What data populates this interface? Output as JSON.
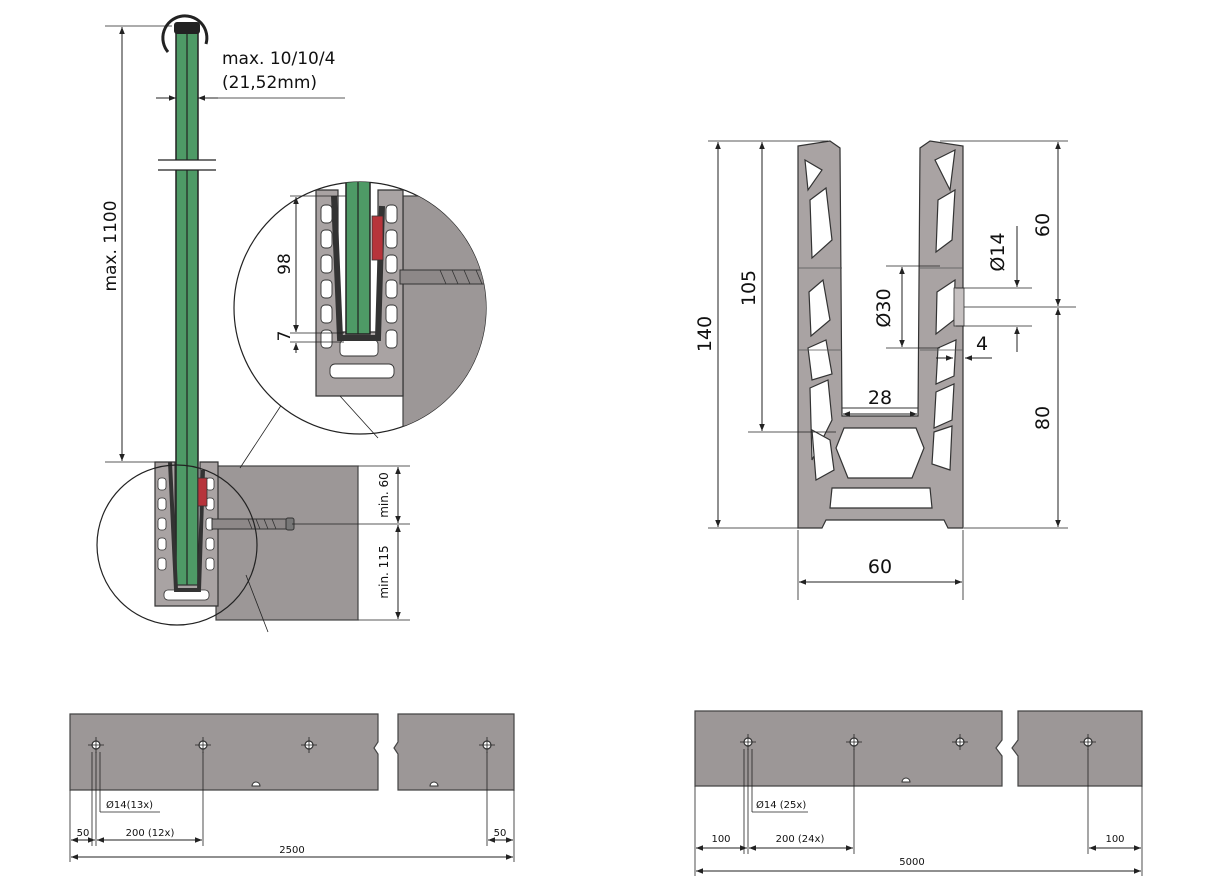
{
  "colors": {
    "aluminium": "#a9a3a3",
    "glass": "#4e9a66",
    "concrete": "#9c9797",
    "gasket": "#333333",
    "wedge": "#b7343b",
    "line": "#222222"
  },
  "side_view": {
    "glass_note_line1": "max. 10/10/4",
    "glass_note_line2": "(21,52mm)",
    "height_label": "max. 1100",
    "detail_depth_label": "98",
    "detail_gap_label": "7",
    "min_top_label": "min. 60",
    "min_bottom_label": "min. 115"
  },
  "cross_section": {
    "total_height": "140",
    "inner_height": "105",
    "inner_width": "28",
    "bore_diameter": "Ø30",
    "hole_diameter": "Ø14",
    "upper_offset": "60",
    "lower_offset": "80",
    "wall_offset": "4",
    "base_width": "60"
  },
  "strip_2500": {
    "hole_note": "Ø14(13x)",
    "edge_left": "50",
    "pitch": "200 (12x)",
    "edge_right": "50",
    "total": "2500"
  },
  "strip_5000": {
    "hole_note": "Ø14 (25x)",
    "edge_left": "100",
    "pitch": "200 (24x)",
    "edge_right": "100",
    "total": "5000"
  }
}
